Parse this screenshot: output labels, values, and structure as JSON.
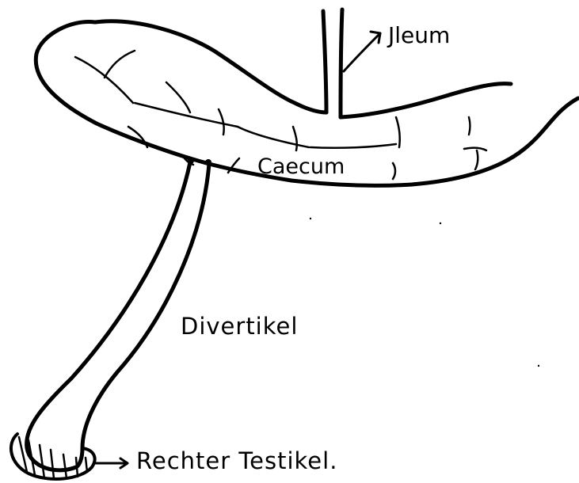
{
  "labels": {
    "ileum": "Jleum",
    "caecum": "Caecum",
    "divertikel": "Divertikel",
    "testikel": "Rechter Testikel."
  },
  "colors": {
    "ink": "#000000",
    "paper": "#ffffff"
  }
}
